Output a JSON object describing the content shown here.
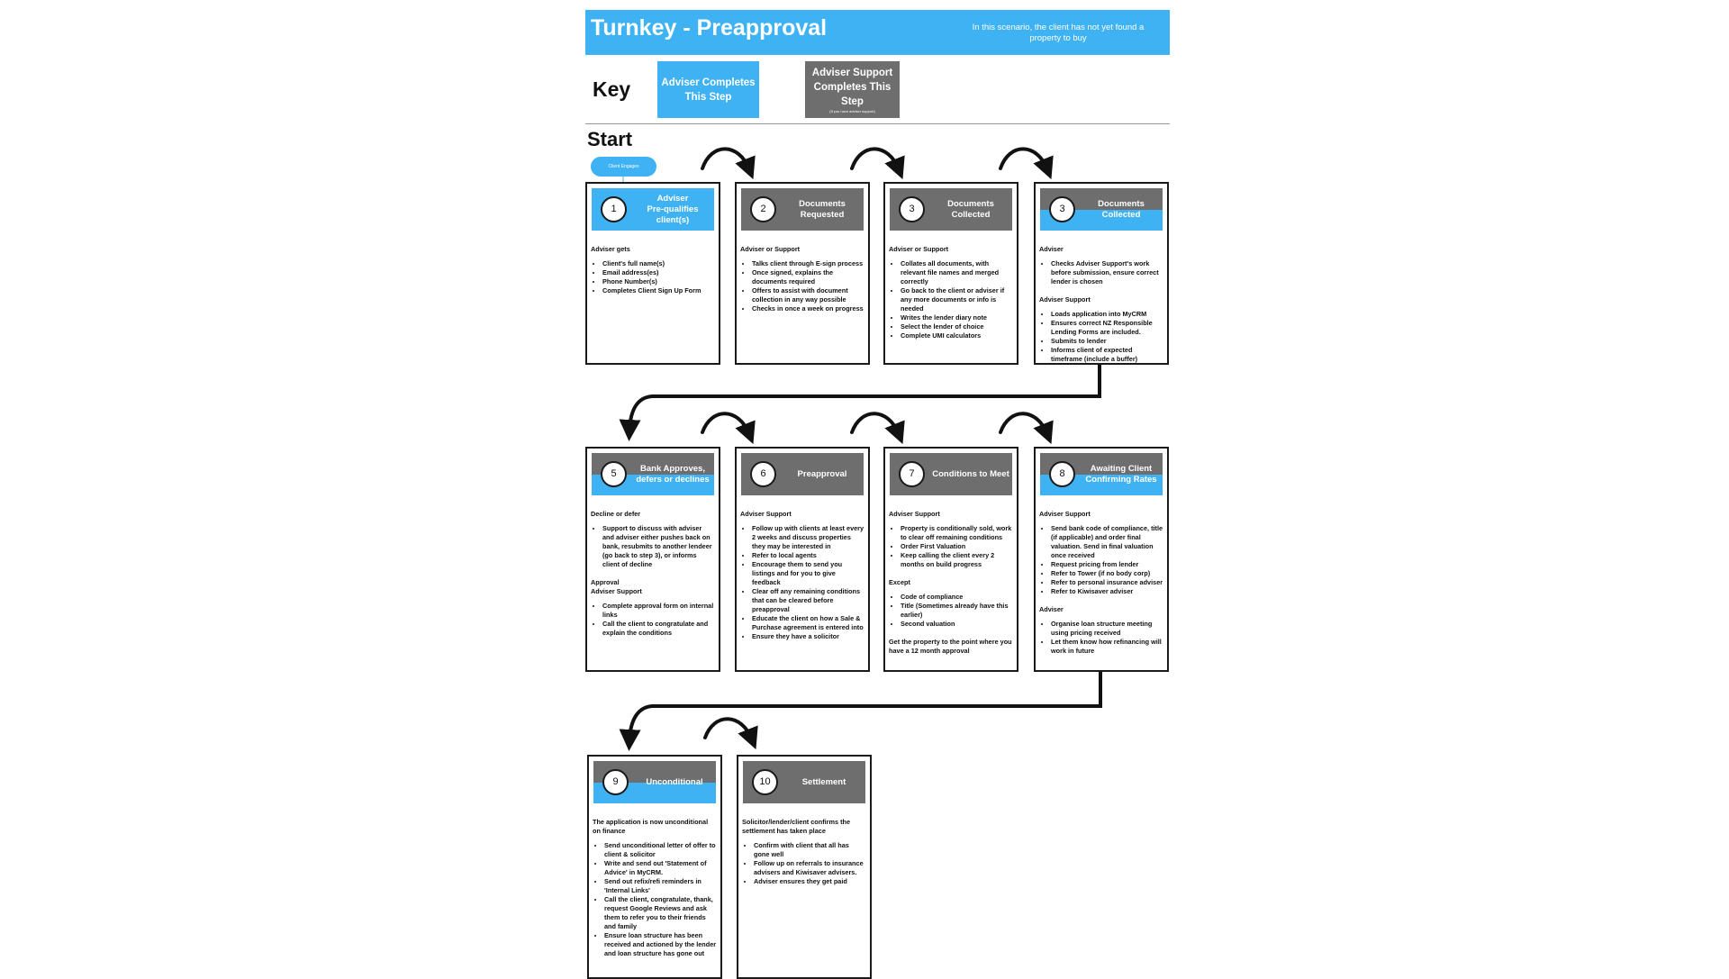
{
  "header": {
    "title": "Turnkey - Preapproval",
    "note": "In this scenario, the client has not yet found a property to buy"
  },
  "key": {
    "label": "Key",
    "adviser": "Adviser Completes This Step",
    "support": "Adviser Support Completes This Step",
    "support_small": "(If you have adviser support)"
  },
  "start_label": "Start",
  "pill_label": "Client Engages",
  "colors": {
    "blue": "#3fb2f4",
    "grey": "#6e6e6e"
  },
  "cards": [
    {
      "num": "1",
      "title": "Adviser\nPre-qualifies\nclient(s)",
      "style": "blue",
      "sections": [
        {
          "head": "Adviser gets",
          "items": [
            "Client's full name(s)",
            "Email address(es)",
            "Phone Number(s)",
            "Completes Client Sign Up Form"
          ]
        }
      ]
    },
    {
      "num": "2",
      "title": "Documents\nRequested",
      "style": "grey",
      "sections": [
        {
          "head": "Adviser or Support",
          "items": [
            "Talks client through E-sign process",
            "Once signed, explains the documents required",
            "Offers to assist with document collection in any way possible",
            "Checks in once a week on progress"
          ]
        }
      ]
    },
    {
      "num": "3",
      "title": "Documents\nCollected",
      "style": "grey",
      "sections": [
        {
          "head": "Adviser or Support",
          "items": [
            "Collates all documents, with relevant file names and merged correctly",
            "Go back to the client or adviser if any more documents or info is needed",
            "Writes the lender diary note",
            "Select the lender of choice",
            "Complete UMI calculators"
          ]
        }
      ]
    },
    {
      "num": "3",
      "title": "Documents\nCollected",
      "style": "split",
      "sections": [
        {
          "head": "Adviser",
          "items": [
            "Checks Adviser Support's work before submission, ensure correct lender is chosen"
          ]
        },
        {
          "head": "Adviser Support",
          "items": [
            "Loads application into MyCRM",
            "Ensures correct NZ Responsible Lending Forms are included.",
            "Submits to lender",
            "Informs client of expected timeframe (include a buffer)"
          ]
        }
      ]
    },
    {
      "num": "5",
      "title": "Bank Approves,\ndefers or declines",
      "style": "split",
      "sections": [
        {
          "head": "Decline or defer",
          "items": [
            "Support to discuss with adviser and adviser either pushes back on bank, resubmits to another lendeer (go back to step 3), or informs client of decline"
          ]
        },
        {
          "head": "Approval\nAdviser Support",
          "items": [
            "Complete approval form on internal links",
            "Call the client to congratulate and explain the conditions"
          ]
        }
      ]
    },
    {
      "num": "6",
      "title": "Preapproval",
      "style": "grey",
      "sections": [
        {
          "head": "Adviser Support",
          "items": [
            "Follow up with clients at least every 2 weeks and discuss properties they may be interested in",
            "Refer to local agents",
            "Encourage them to send you listings and for you to give feedback",
            "Clear off any remaining conditions that can be cleared before preapproval",
            "Educate the client on how a Sale & Purchase agreement is entered into",
            "Ensure they have a solicitor"
          ]
        }
      ]
    },
    {
      "num": "7",
      "title": "Conditions to Meet",
      "style": "grey",
      "sections": [
        {
          "head": "Adviser Support",
          "items": [
            "Property is conditionally sold, work to clear off remaining conditions",
            "Order First Valuation",
            "Keep calling the client every 2 months on build progress"
          ]
        },
        {
          "head": "Except",
          "items": [
            "Code of compliance",
            "Title (Sometimes already have this earlier)",
            "Second valuation"
          ]
        },
        {
          "head": "Get the property to the point where you have a 12 month approval",
          "items": []
        }
      ]
    },
    {
      "num": "8",
      "title": "Awaiting Client\nConfirming Rates",
      "style": "split",
      "sections": [
        {
          "head": "Adviser Support",
          "items": [
            "Send bank code of compliance, title (if applicable) and order final valuation. Send in final valuation once received",
            "Request pricing from lender",
            "Refer to Tower (if no body corp)",
            "Refer to personal insurance adviser",
            "Refer to Kiwisaver adviser"
          ]
        },
        {
          "head": "Adviser",
          "items": [
            "Organise loan structure meeting using pricing received",
            "Let them know how refinancing will work in future"
          ]
        }
      ]
    },
    {
      "num": "9",
      "title": "Unconditional",
      "style": "split",
      "sections": [
        {
          "head": "The application is now unconditional on finance",
          "items": [
            "Send unconditional letter of offer to client & solicitor",
            "Write and send out 'Statement of Advice' in MyCRM.",
            "Send out refix/refi reminders in 'Internal Links'",
            "Call the client, congratulate, thank, request Google Reviews and ask them to refer you to their friends and family",
            "Ensure loan structure has been received and actioned by the lender and loan structure has gone out"
          ]
        }
      ]
    },
    {
      "num": "10",
      "title": "Settlement",
      "style": "grey",
      "sections": [
        {
          "head": "Solicitor/lender/client confirms the settlement has taken place",
          "items": [
            "Confirm with client that all has gone well",
            "Follow up on referrals to insurance advisers and Kiwisaver advisers.",
            "Adviser ensures they get paid"
          ]
        }
      ]
    }
  ]
}
